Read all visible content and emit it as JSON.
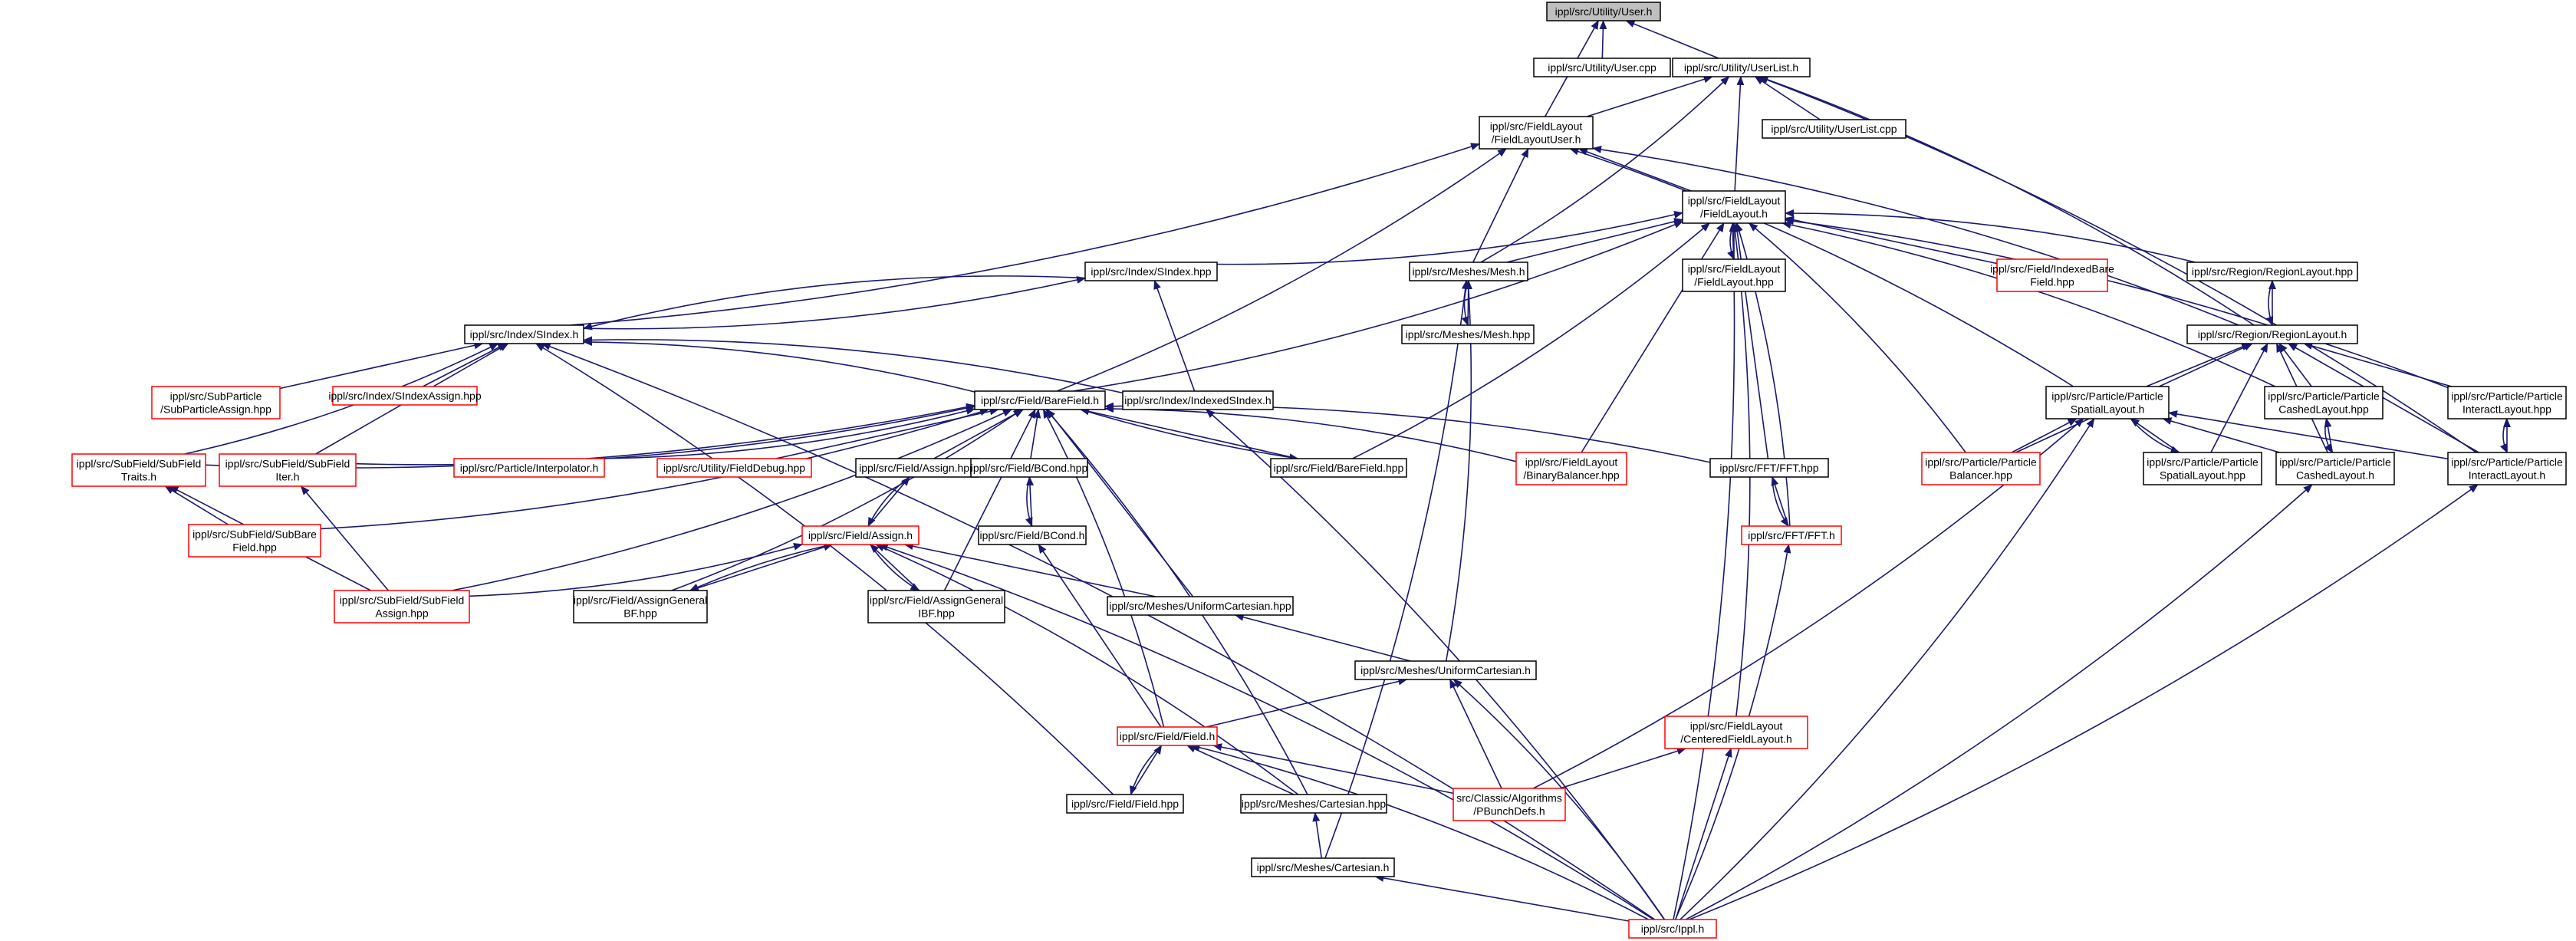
{
  "graph": {
    "edge_color": "#191970",
    "nodes": [
      {
        "id": "user_h",
        "lines": [
          "ippl/src/Utility/User.h"
        ],
        "kind": "current"
      },
      {
        "id": "user_cpp",
        "lines": [
          "ippl/src/Utility/User.cpp"
        ],
        "kind": "normal"
      },
      {
        "id": "userlist_h",
        "lines": [
          "ippl/src/Utility/UserList.h"
        ],
        "kind": "normal"
      },
      {
        "id": "userlist_cpp",
        "lines": [
          "ippl/src/Utility/UserList.cpp"
        ],
        "kind": "normal"
      },
      {
        "id": "fl_user",
        "lines": [
          "ippl/src/FieldLayout",
          "/FieldLayoutUser.h"
        ],
        "kind": "normal"
      },
      {
        "id": "fl_h",
        "lines": [
          "ippl/src/FieldLayout",
          "/FieldLayout.h"
        ],
        "kind": "normal"
      },
      {
        "id": "fl_hpp",
        "lines": [
          "ippl/src/FieldLayout",
          "/FieldLayout.hpp"
        ],
        "kind": "normal"
      },
      {
        "id": "ibf_hpp",
        "lines": [
          "ippl/src/Field/IndexedBare",
          "Field.hpp"
        ],
        "kind": "red"
      },
      {
        "id": "rl_hpp",
        "lines": [
          "ippl/src/Region/RegionLayout.hpp"
        ],
        "kind": "normal"
      },
      {
        "id": "rl_h",
        "lines": [
          "ippl/src/Region/RegionLayout.h"
        ],
        "kind": "normal"
      },
      {
        "id": "sindex_hpp",
        "lines": [
          "ippl/src/Index/SIndex.hpp"
        ],
        "kind": "normal"
      },
      {
        "id": "mesh_h",
        "lines": [
          "ippl/src/Meshes/Mesh.h"
        ],
        "kind": "normal"
      },
      {
        "id": "mesh_hpp",
        "lines": [
          "ippl/src/Meshes/Mesh.hpp"
        ],
        "kind": "normal"
      },
      {
        "id": "sindex_h",
        "lines": [
          "ippl/src/Index/SIndex.h"
        ],
        "kind": "normal"
      },
      {
        "id": "subpart",
        "lines": [
          "ippl/src/SubParticle",
          "/SubParticleAssign.hpp"
        ],
        "kind": "red"
      },
      {
        "id": "sindexassign",
        "lines": [
          "ippl/src/Index/SIndexAssign.hpp"
        ],
        "kind": "red"
      },
      {
        "id": "barefield_h",
        "lines": [
          "ippl/src/Field/BareField.h"
        ],
        "kind": "normal"
      },
      {
        "id": "indexedsindex",
        "lines": [
          "ippl/src/Index/IndexedSIndex.h"
        ],
        "kind": "normal"
      },
      {
        "id": "sf_traits",
        "lines": [
          "ippl/src/SubField/SubField",
          "Traits.h"
        ],
        "kind": "red"
      },
      {
        "id": "sf_iter",
        "lines": [
          "ippl/src/SubField/SubField",
          "Iter.h"
        ],
        "kind": "red"
      },
      {
        "id": "interp",
        "lines": [
          "ippl/src/Particle/Interpolator.h"
        ],
        "kind": "red"
      },
      {
        "id": "fielddebug",
        "lines": [
          "ippl/src/Utility/FieldDebug.hpp"
        ],
        "kind": "red"
      },
      {
        "id": "assign_hpp",
        "lines": [
          "ippl/src/Field/Assign.hpp"
        ],
        "kind": "normal"
      },
      {
        "id": "bcond_hpp",
        "lines": [
          "ippl/src/Field/BCond.hpp"
        ],
        "kind": "normal"
      },
      {
        "id": "barefield_hpp",
        "lines": [
          "ippl/src/Field/BareField.hpp"
        ],
        "kind": "normal"
      },
      {
        "id": "binbal",
        "lines": [
          "ippl/src/FieldLayout",
          "/BinaryBalancer.hpp"
        ],
        "kind": "red"
      },
      {
        "id": "fft_hpp",
        "lines": [
          "ippl/src/FFT/FFT.hpp"
        ],
        "kind": "normal"
      },
      {
        "id": "pspatial_h",
        "lines": [
          "ippl/src/Particle/Particle",
          "SpatialLayout.h"
        ],
        "kind": "normal"
      },
      {
        "id": "pcached_hpp",
        "lines": [
          "ippl/src/Particle/Particle",
          "CashedLayout.hpp"
        ],
        "kind": "normal"
      },
      {
        "id": "pinteract_hpp",
        "lines": [
          "ippl/src/Particle/Particle",
          "InteractLayout.hpp"
        ],
        "kind": "normal"
      },
      {
        "id": "pbalancer",
        "lines": [
          "ippl/src/Particle/Particle",
          "Balancer.hpp"
        ],
        "kind": "red"
      },
      {
        "id": "pspatial_hpp",
        "lines": [
          "ippl/src/Particle/Particle",
          "SpatialLayout.hpp"
        ],
        "kind": "normal"
      },
      {
        "id": "pcached_h",
        "lines": [
          "ippl/src/Particle/Particle",
          "CashedLayout.h"
        ],
        "kind": "normal"
      },
      {
        "id": "pinteract_h",
        "lines": [
          "ippl/src/Particle/Particle",
          "InteractLayout.h"
        ],
        "kind": "normal"
      },
      {
        "id": "subbare",
        "lines": [
          "ippl/src/SubField/SubBare",
          "Field.hpp"
        ],
        "kind": "red"
      },
      {
        "id": "assign_h",
        "lines": [
          "ippl/src/Field/Assign.h"
        ],
        "kind": "red"
      },
      {
        "id": "bcond_h",
        "lines": [
          "ippl/src/Field/BCond.h"
        ],
        "kind": "normal"
      },
      {
        "id": "fft_h",
        "lines": [
          "ippl/src/FFT/FFT.h"
        ],
        "kind": "red"
      },
      {
        "id": "sf_assign",
        "lines": [
          "ippl/src/SubField/SubField",
          "Assign.hpp"
        ],
        "kind": "red"
      },
      {
        "id": "agbf",
        "lines": [
          "ippl/src/Field/AssignGeneral",
          "BF.hpp"
        ],
        "kind": "normal"
      },
      {
        "id": "agibf",
        "lines": [
          "ippl/src/Field/AssignGeneral",
          "IBF.hpp"
        ],
        "kind": "normal"
      },
      {
        "id": "uc_hpp",
        "lines": [
          "ippl/src/Meshes/UniformCartesian.hpp"
        ],
        "kind": "normal"
      },
      {
        "id": "uc_h",
        "lines": [
          "ippl/src/Meshes/UniformCartesian.h"
        ],
        "kind": "normal"
      },
      {
        "id": "cfl_h",
        "lines": [
          "ippl/src/FieldLayout",
          "/CenteredFieldLayout.h"
        ],
        "kind": "red"
      },
      {
        "id": "field_h",
        "lines": [
          "ippl/src/Field/Field.h"
        ],
        "kind": "red"
      },
      {
        "id": "field_hpp",
        "lines": [
          "ippl/src/Field/Field.hpp"
        ],
        "kind": "normal"
      },
      {
        "id": "cart_hpp",
        "lines": [
          "ippl/src/Meshes/Cartesian.hpp"
        ],
        "kind": "normal"
      },
      {
        "id": "pbunch",
        "lines": [
          "src/Classic/Algorithms",
          "/PBunchDefs.h"
        ],
        "kind": "red"
      },
      {
        "id": "cart_h",
        "lines": [
          "ippl/src/Meshes/Cartesian.h"
        ],
        "kind": "normal"
      },
      {
        "id": "ippl_h",
        "lines": [
          "ippl/src/Ippl.h"
        ],
        "kind": "red"
      }
    ],
    "edges": [
      [
        "user_cpp",
        "user_h"
      ],
      [
        "userlist_h",
        "user_h"
      ],
      [
        "fl_user",
        "user_h"
      ],
      [
        "userlist_cpp",
        "userlist_h"
      ],
      [
        "fl_user",
        "userlist_h"
      ],
      [
        "fl_h",
        "userlist_h"
      ],
      [
        "mesh_h",
        "userlist_h"
      ],
      [
        "rl_h",
        "userlist_h"
      ],
      [
        "pinteract_h",
        "userlist_h"
      ],
      [
        "fl_h",
        "fl_user"
      ],
      [
        "mesh_h",
        "fl_user"
      ],
      [
        "sindex_h",
        "fl_user"
      ],
      [
        "barefield_h",
        "fl_user"
      ],
      [
        "rl_h",
        "fl_user"
      ],
      [
        "pspatial_h",
        "fl_user"
      ],
      [
        "fl_hpp",
        "fl_h"
      ],
      [
        "fl_h",
        "fl_hpp"
      ],
      [
        "ibf_hpp",
        "fl_h"
      ],
      [
        "rl_hpp",
        "fl_h"
      ],
      [
        "sindex_hpp",
        "fl_h"
      ],
      [
        "mesh_h",
        "fl_h"
      ],
      [
        "barefield_h",
        "fl_h"
      ],
      [
        "barefield_hpp",
        "fl_h"
      ],
      [
        "binbal",
        "fl_h"
      ],
      [
        "fft_hpp",
        "fl_h"
      ],
      [
        "fft_h",
        "fl_h"
      ],
      [
        "pbalancer",
        "fl_h"
      ],
      [
        "pcached_hpp",
        "fl_h"
      ],
      [
        "pinteract_hpp",
        "fl_h"
      ],
      [
        "cfl_h",
        "fl_h"
      ],
      [
        "ippl_h",
        "fl_h"
      ],
      [
        "rl_h",
        "rl_hpp"
      ],
      [
        "rl_hpp",
        "rl_h"
      ],
      [
        "pspatial_h",
        "rl_h"
      ],
      [
        "pcached_hpp",
        "rl_h"
      ],
      [
        "pinteract_hpp",
        "rl_h"
      ],
      [
        "pbalancer",
        "rl_h"
      ],
      [
        "pspatial_hpp",
        "rl_h"
      ],
      [
        "pcached_h",
        "rl_h"
      ],
      [
        "pinteract_h",
        "rl_h"
      ],
      [
        "sindex_h",
        "sindex_hpp"
      ],
      [
        "indexedsindex",
        "sindex_hpp"
      ],
      [
        "mesh_hpp",
        "mesh_h"
      ],
      [
        "mesh_h",
        "mesh_hpp"
      ],
      [
        "uc_h",
        "mesh_h"
      ],
      [
        "cart_h",
        "mesh_h"
      ],
      [
        "sindex_hpp",
        "sindex_h"
      ],
      [
        "subpart",
        "sindex_h"
      ],
      [
        "sindexassign",
        "sindex_h"
      ],
      [
        "indexedsindex",
        "sindex_h"
      ],
      [
        "sf_traits",
        "sindex_h"
      ],
      [
        "sf_iter",
        "sindex_h"
      ],
      [
        "field_hpp",
        "sindex_h"
      ],
      [
        "barefield_h",
        "sindex_h"
      ],
      [
        "ippl_h",
        "sindex_h"
      ],
      [
        "sf_traits",
        "barefield_h"
      ],
      [
        "sf_iter",
        "barefield_h"
      ],
      [
        "interp",
        "barefield_h"
      ],
      [
        "fielddebug",
        "barefield_h"
      ],
      [
        "assign_hpp",
        "barefield_h"
      ],
      [
        "bcond_hpp",
        "barefield_h"
      ],
      [
        "barefield_hpp",
        "barefield_h"
      ],
      [
        "barefield_h",
        "barefield_hpp"
      ],
      [
        "binbal",
        "barefield_h"
      ],
      [
        "fft_hpp",
        "barefield_h"
      ],
      [
        "subbare",
        "barefield_h"
      ],
      [
        "sf_assign",
        "barefield_h"
      ],
      [
        "agbf",
        "barefield_h"
      ],
      [
        "agibf",
        "barefield_h"
      ],
      [
        "uc_hpp",
        "barefield_h"
      ],
      [
        "field_h",
        "barefield_h"
      ],
      [
        "cart_hpp",
        "barefield_h"
      ],
      [
        "ippl_h",
        "indexedsindex"
      ],
      [
        "subbare",
        "sf_traits"
      ],
      [
        "sf_assign",
        "sf_traits"
      ],
      [
        "sf_assign",
        "sf_iter"
      ],
      [
        "assign_h",
        "assign_hpp"
      ],
      [
        "assign_hpp",
        "assign_h"
      ],
      [
        "bcond_h",
        "bcond_hpp"
      ],
      [
        "bcond_hpp",
        "bcond_h"
      ],
      [
        "fft_h",
        "fft_hpp"
      ],
      [
        "fft_hpp",
        "fft_h"
      ],
      [
        "ippl_h",
        "fft_h"
      ],
      [
        "pbalancer",
        "pspatial_h"
      ],
      [
        "pspatial_hpp",
        "pspatial_h"
      ],
      [
        "pspatial_h",
        "pspatial_hpp"
      ],
      [
        "pcached_h",
        "pspatial_h"
      ],
      [
        "pinteract_h",
        "pspatial_h"
      ],
      [
        "pbunch",
        "pspatial_h"
      ],
      [
        "ippl_h",
        "pspatial_h"
      ],
      [
        "pcached_h",
        "pcached_hpp"
      ],
      [
        "pcached_hpp",
        "pcached_h"
      ],
      [
        "pinteract_h",
        "pinteract_hpp"
      ],
      [
        "pinteract_hpp",
        "pinteract_h"
      ],
      [
        "ippl_h",
        "pcached_h"
      ],
      [
        "ippl_h",
        "pinteract_h"
      ],
      [
        "sf_assign",
        "assign_h"
      ],
      [
        "agbf",
        "assign_h"
      ],
      [
        "agibf",
        "assign_h"
      ],
      [
        "assign_h",
        "agbf"
      ],
      [
        "assign_h",
        "agibf"
      ],
      [
        "uc_hpp",
        "assign_h"
      ],
      [
        "cart_hpp",
        "assign_h"
      ],
      [
        "ippl_h",
        "assign_h"
      ],
      [
        "field_h",
        "bcond_h"
      ],
      [
        "uc_h",
        "uc_hpp"
      ],
      [
        "field_h",
        "uc_h"
      ],
      [
        "pbunch",
        "uc_h"
      ],
      [
        "ippl_h",
        "uc_h"
      ],
      [
        "pbunch",
        "cfl_h"
      ],
      [
        "ippl_h",
        "cfl_h"
      ],
      [
        "field_hpp",
        "field_h"
      ],
      [
        "field_h",
        "field_hpp"
      ],
      [
        "cart_hpp",
        "field_h"
      ],
      [
        "pbunch",
        "field_h"
      ],
      [
        "ippl_h",
        "field_h"
      ],
      [
        "cart_h",
        "cart_hpp"
      ],
      [
        "ippl_h",
        "cart_h"
      ]
    ]
  }
}
